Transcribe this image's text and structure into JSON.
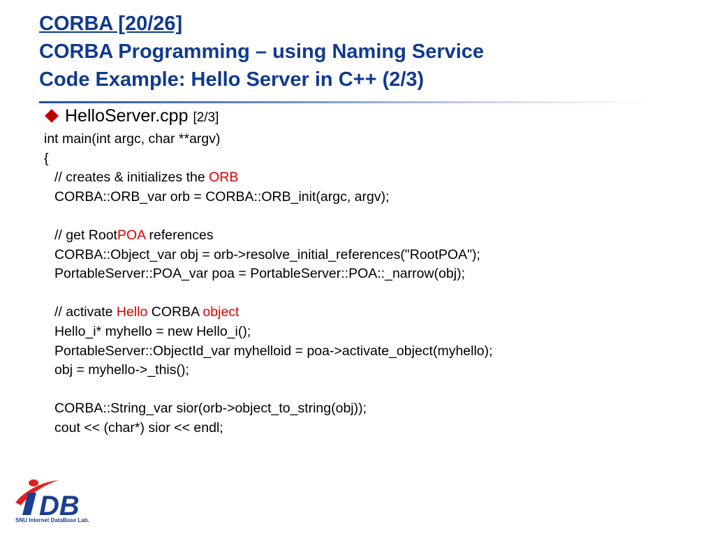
{
  "title": {
    "line1": "CORBA [20/26]",
    "line2": "CORBA Programming – using Naming Service",
    "line3": "Code Example: Hello Server in C++ (2/3)"
  },
  "bullet": {
    "file": "HelloServer.cpp",
    "part": "[2/3]"
  },
  "code": {
    "l1": "int main(int argc, char **argv)",
    "l2": "{",
    "l3a": "// creates & initializes the ",
    "l3b": "ORB",
    "l4": "CORBA::ORB_var orb = CORBA::ORB_init(argc, argv);",
    "l6a": "// get Root",
    "l6b": "POA",
    "l6c": " references",
    "l7": "CORBA::Object_var obj = orb->resolve_initial_references(\"RootPOA\");",
    "l8": "PortableServer::POA_var poa = PortableServer::POA::_narrow(obj);",
    "l10a": "// activate ",
    "l10b": "Hello",
    "l10c": " CORBA ",
    "l10d": "object",
    "l11": "Hello_i* myhello = new Hello_i();",
    "l12": "PortableServer::ObjectId_var myhelloid = poa->activate_object(myhello);",
    "l13": "obj = myhello->_this();",
    "l15": "CORBA::String_var sior(orb->object_to_string(obj));",
    "l16": "cout << (char*) sior << endl;"
  },
  "logo": {
    "letters": "iDB",
    "caption": "SNU Internet DataBase Lab."
  },
  "colors": {
    "title": "#103a8e",
    "highlight": "#e00000",
    "bullet": "#c00000"
  }
}
